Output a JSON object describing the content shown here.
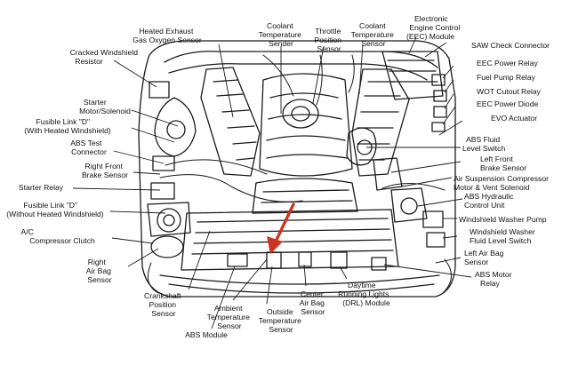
{
  "colors": {
    "ink": "#1a1a1a",
    "paper": "#ffffff",
    "arrow": "#cc3322"
  },
  "labels": {
    "heated_exhaust": [
      "Heated Exhaust",
      "Gas Oxygen Sensor"
    ],
    "cracked_windshield": [
      "Cracked Windshield",
      "Resistor"
    ],
    "starter_motor": [
      "Starter",
      "Motor/Solenoid"
    ],
    "fusible_link_with": [
      "Fusible Link \"D\"",
      "(With Heated Windshield)"
    ],
    "abs_test": [
      "ABS Test",
      "Connector"
    ],
    "right_front_brake": [
      "Right Front",
      "Brake Sensor"
    ],
    "starter_relay": [
      "Starter Relay"
    ],
    "fusible_link_without": [
      "Fusible Link \"D\"",
      "(Without Heated Windshield)"
    ],
    "ac_clutch": [
      "A/C",
      "Compressor Clutch"
    ],
    "right_air_bag": [
      "Right",
      "Air Bag",
      "Sensor"
    ],
    "crankshaft": [
      "Crankshaft",
      "Position",
      "Sensor"
    ],
    "abs_module": [
      "ABS Module"
    ],
    "ambient_temp": [
      "Ambient",
      "Temperature",
      "Sensor"
    ],
    "outside_temp": [
      "Outside",
      "Temperature",
      "Sensor"
    ],
    "center_air_bag": [
      "Center",
      "Air Bag",
      "Sensor"
    ],
    "drl": [
      "Daytime",
      "Running Lights",
      "(DRL) Module"
    ],
    "coolant_sender": [
      "Coolant",
      "Temperature",
      "Sender"
    ],
    "throttle": [
      "Throttle",
      "Position",
      "Sensor"
    ],
    "coolant_sensor": [
      "Coolant",
      "Temperature",
      "Sensor"
    ],
    "eec": [
      "Electronic",
      "Engine Control",
      "(EEC) Module"
    ],
    "saw_check": [
      "SAW Check Connector"
    ],
    "eec_power_relay": [
      "EEC Power Relay"
    ],
    "fuel_pump_relay": [
      "Fuel Pump Relay"
    ],
    "wot_cutout": [
      "WOT Cutout Relay"
    ],
    "eec_power_diode": [
      "EEC Power Diode"
    ],
    "evo_actuator": [
      "EVO Actuator"
    ],
    "abs_fluid": [
      "ABS Fluid",
      "Level Switch"
    ],
    "left_front_brake": [
      "Left Front",
      "Brake Sensor"
    ],
    "air_susp": [
      "Air Suspension Compressor",
      "Motor & Vent Solenoid"
    ],
    "abs_hydraulic": [
      "ABS Hydraulic",
      "Control Unit"
    ],
    "washer_pump": [
      "Windshield Washer Pump"
    ],
    "washer_fluid": [
      "Windshield Washer",
      "Fluid Level Switch"
    ],
    "left_air_bag": [
      "Left Air Bag",
      "Sensor"
    ],
    "abs_motor_relay": [
      "ABS Motor",
      "Relay"
    ]
  }
}
